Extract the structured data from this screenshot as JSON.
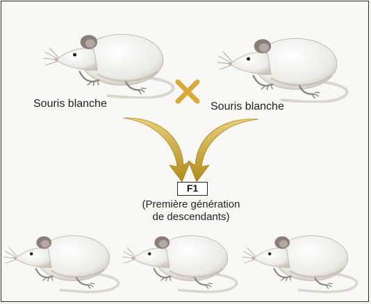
{
  "parents": {
    "left_label": "Souris blanche",
    "right_label": "Souris blanche"
  },
  "cross_symbol": "×",
  "offspring": {
    "generation_label": "F1",
    "description_line1": "(Première génération",
    "description_line2": "de descendants)",
    "count": 3
  },
  "colors": {
    "arrow": "#c9a227",
    "cross": "#d9a93a",
    "mouse_body": "#f4f2ec",
    "mouse_shadow": "#c8c4bb",
    "mouse_ear": "#8a7e7a"
  },
  "icons": [
    "white-mouse-icon",
    "cross-icon",
    "curved-arrow-icon"
  ]
}
